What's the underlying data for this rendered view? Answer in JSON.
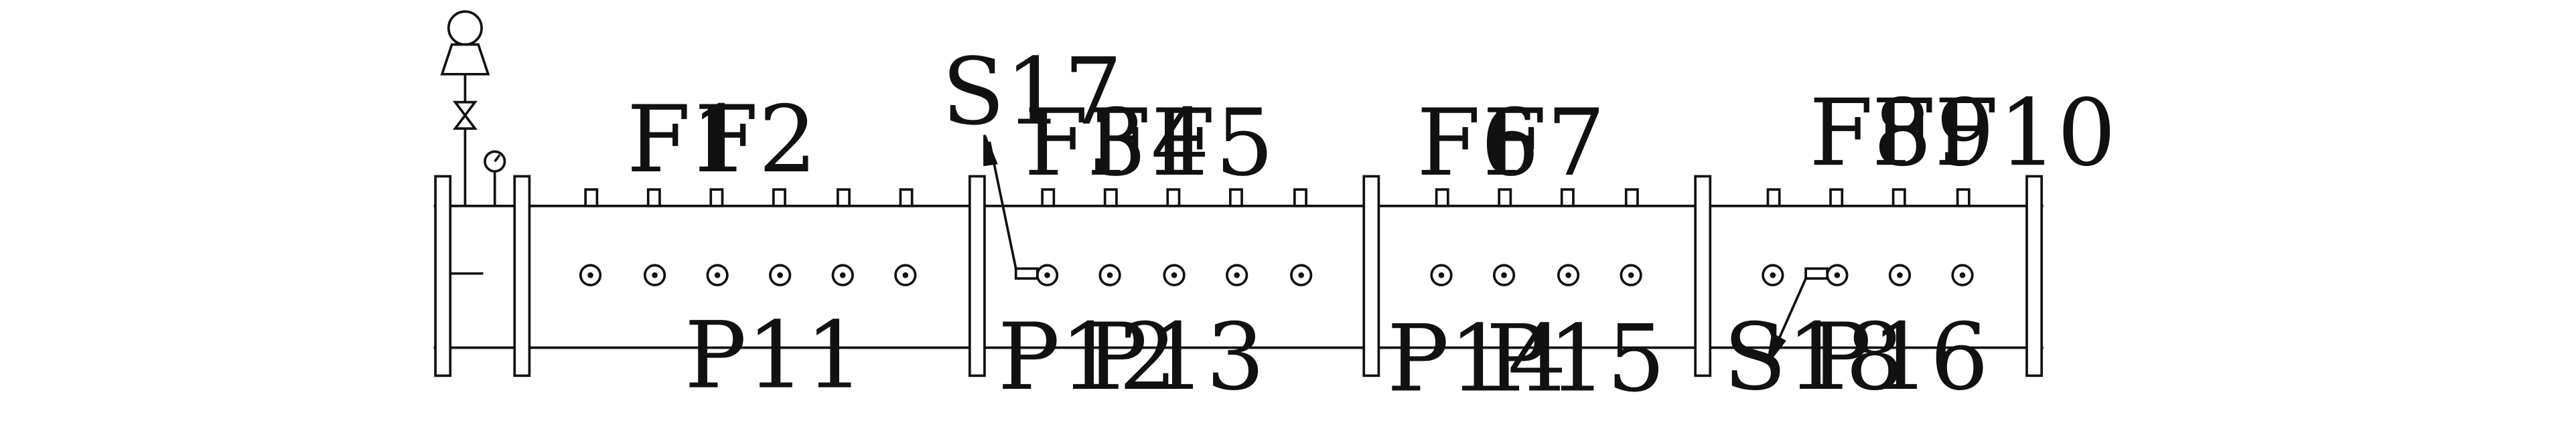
{
  "diagram": {
    "line_color": "#111111",
    "background": "#ffffff",
    "top_labels": [
      "F1",
      "F2",
      "F3",
      "F4",
      "F5",
      "F6",
      "F7",
      "F8",
      "F9",
      "F10"
    ],
    "bottom_labels": [
      "P11",
      "P12",
      "P13",
      "P14",
      "P15",
      "S18",
      "P16"
    ],
    "sensor_labels": [
      "S17"
    ],
    "icons": [
      "pump-icon",
      "valve-icon",
      "pressure-gauge-icon"
    ]
  }
}
